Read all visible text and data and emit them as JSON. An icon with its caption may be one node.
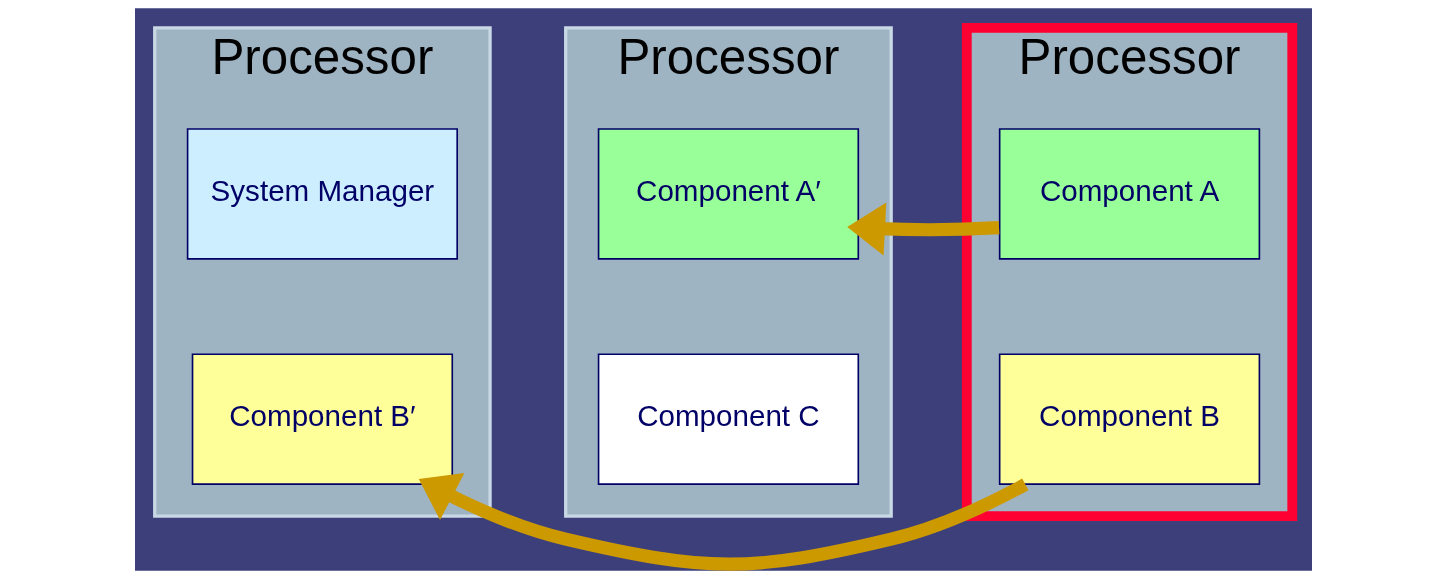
{
  "diagram": {
    "nodes": [
      {
        "text": [
          "Processor"
        ]
      },
      {
        "text": [
          "System Manager"
        ],
        "in": 0
      },
      {
        "text": [
          "Component B′"
        ],
        "in": 0
      },
      {
        "text": [
          "Processor"
        ]
      },
      {
        "text": [
          "Component A′"
        ],
        "in": 3
      },
      {
        "text": [
          "Component C"
        ],
        "in": 3
      },
      {
        "text": [
          "Processor"
        ]
      },
      {
        "text": [
          "Component A"
        ],
        "in": 6
      },
      {
        "text": [
          "Component B"
        ],
        "in": 6
      }
    ],
    "edges": [
      {
        "from": 7,
        "to": 4,
        "arrow": "to"
      },
      {
        "from": 8,
        "to": 2,
        "arrow": "to"
      }
    ]
  }
}
